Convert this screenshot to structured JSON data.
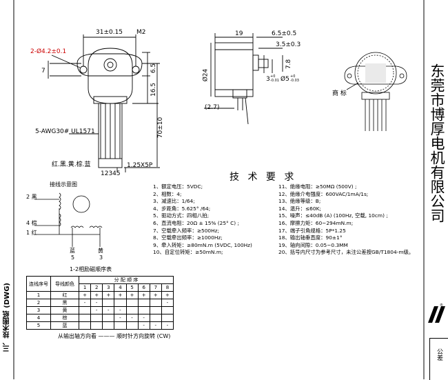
{
  "left_drawing": {
    "dims": {
      "width_31": "31±0.15",
      "m2": "M2",
      "hole": "2-Ø4.2±0.1",
      "d7": "7",
      "d6_5": "6.5",
      "d16_5": "16.5",
      "d70": "70±10",
      "d1_25": "1.25X5P",
      "wire": "5-AWG30# UL1571"
    },
    "wire_colors": "红.黑.黄.棕.蓝",
    "pins": "12345"
  },
  "side_drawing": {
    "dims": {
      "d19": "19",
      "d6_5": "6.5±0.5",
      "d3_5": "3.5±0.3",
      "d24": "Ø24",
      "d2_7": "(2.7)",
      "d3": "3",
      "d3_tol": "+0\n-0.01",
      "d5": "Ø5",
      "d5_tol": "+0\n-0.03",
      "d7_8": "7.8"
    },
    "trademark_label": "商 标"
  },
  "wiring": {
    "title": "接线示意图",
    "labels": [
      "2 黑",
      "4 棕",
      "1 红",
      "蓝",
      "5",
      "黄",
      "3"
    ],
    "caption": "1-2相励磁顺序表"
  },
  "requirements": {
    "title": "技 术 要 求",
    "left": [
      "1、额定电压：5VDC;",
      "2、相数：4;",
      "3、减速比：1/64;",
      "4、步距角：5.625° /64;",
      "5、驱动方式：四相八拍;",
      "6、直流电阻：20Ω ± 15% (25° C) ;",
      "7、空载牵入频率：≥500Hz;",
      "8、空载牵出频率：≥1000Hz;",
      "9、牵入转矩：≥80mN.m (5VDC, 100Hz)",
      "10、自定位转矩：≥50mN.m;"
    ],
    "right": [
      "11、绝缘电阻：≥50MΩ (500V) ;",
      "12、绝缘介电强度：600VAC/1mA/1s;",
      "13、绝缘等级：B;",
      "14、温升：≤60K;",
      "15、噪声：≤40dB (A) (100Hz, 空载, 10cm) ;",
      "16、摩擦力矩：60~294mN.m;",
      "17、端子引角规格：5P*1.25",
      "18、输出轴垂直度：90±1°",
      "19、轴向间隙：0.05~0.3MM",
      "20、括号内尺寸为参考尺寸，未注公差按GB/T1804-m级。"
    ]
  },
  "sequence_table": {
    "header_wire_no": "连线序号",
    "header_color": "导线颜色",
    "header_seq": "分 配 顺 序",
    "steps": [
      "1",
      "2",
      "3",
      "4",
      "5",
      "6",
      "7",
      "8"
    ],
    "rows": [
      {
        "no": "1",
        "color": "红",
        "cells": [
          "+",
          "+",
          "+",
          "+",
          "+",
          "+",
          "+",
          "+"
        ]
      },
      {
        "no": "2",
        "color": "黑",
        "cells": [
          "-",
          "-",
          "",
          "",
          "",
          "",
          "",
          "-"
        ]
      },
      {
        "no": "3",
        "color": "黄",
        "cells": [
          "",
          "-",
          "-",
          "-",
          "",
          "",
          "",
          ""
        ]
      },
      {
        "no": "4",
        "color": "棕",
        "cells": [
          "",
          "",
          "",
          "-",
          "-",
          "-",
          "",
          ""
        ]
      },
      {
        "no": "5",
        "color": "蓝",
        "cells": [
          "",
          "",
          "",
          "",
          "",
          "-",
          "-",
          "-"
        ]
      }
    ],
    "footer": "从输出轴方向看 ——— 顺时针方向旋转 (CW)"
  },
  "company": "东莞市博厚电机有限公司",
  "side_title": "三、技术图纸 (DWG)",
  "corner_label": "公差"
}
